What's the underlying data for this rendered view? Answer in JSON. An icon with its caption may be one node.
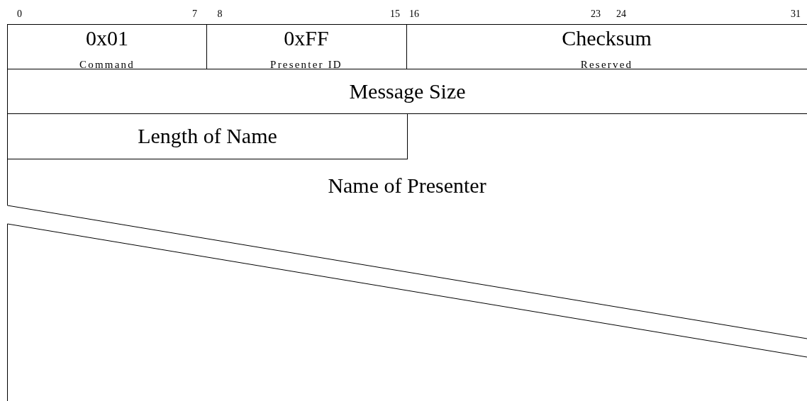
{
  "diagram": {
    "nodes": [
      {
        "text": [
          "0x01",
          "Command"
        ]
      },
      {
        "text": [
          "0xFF",
          "Presenter ID"
        ]
      },
      {
        "text": [
          "Checksum",
          "Reserved"
        ]
      },
      {
        "text": [
          "Message Size"
        ]
      },
      {
        "text": [
          "Length of Name"
        ]
      },
      {
        "text": [
          "Name of Presenter"
        ]
      }
    ],
    "labels": [
      "0",
      "7",
      "8",
      "15",
      "16",
      "23",
      "24",
      "31"
    ]
  }
}
